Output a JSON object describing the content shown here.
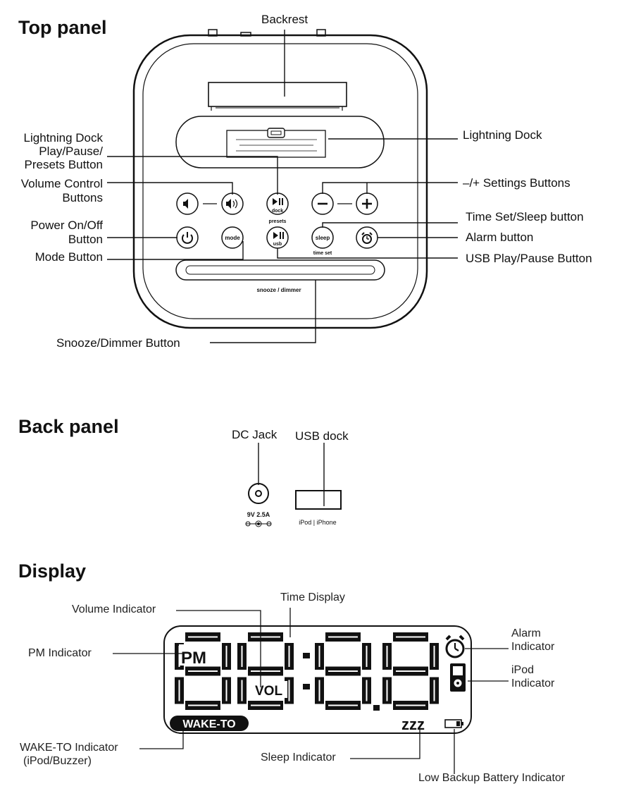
{
  "sections": {
    "top_panel": "Top panel",
    "back_panel": "Back panel",
    "display": "Display"
  },
  "top_panel": {
    "labels": {
      "backrest": "Backrest",
      "lightning_dock_play_l1": "Lightning Dock",
      "lightning_dock_play_l2": "Play/Pause/",
      "lightning_dock_play_l3": "Presets Button",
      "volume_l1": "Volume Control",
      "volume_l2": "Buttons",
      "power_l1": "Power On/Off",
      "power_l2": "Button",
      "mode": "Mode Button",
      "lightning_dock": "Lightning Dock",
      "settings": "–/+ Settings Buttons",
      "time_sleep": "Time Set/Sleep button",
      "alarm": "Alarm button",
      "usb_play": "USB Play/Pause Button",
      "snooze": "Snooze/Dimmer Button"
    },
    "device_text": {
      "dock": "dock",
      "presets": "presets",
      "usb": "usb",
      "mode": "mode",
      "sleep": "sleep",
      "time_set": "time set",
      "snooze_dimmer": "snooze / dimmer"
    }
  },
  "back_panel": {
    "labels": {
      "dc_jack": "DC Jack",
      "usb_dock": "USB dock"
    },
    "device_text": {
      "rating": "9V 2.5A",
      "usb_caption": "iPod | iPhone"
    }
  },
  "display_panel": {
    "labels": {
      "volume": "Volume Indicator",
      "time": "Time Display",
      "pm": "PM Indicator",
      "alarm_l1": "Alarm",
      "alarm_l2": "Indicator",
      "ipod_l1": "iPod",
      "ipod_l2": "Indicator",
      "wake_l1": "WAKE-TO Indicator",
      "wake_l2": "(iPod/Buzzer)",
      "sleep": "Sleep Indicator",
      "battery": "Low Backup Battery Indicator"
    },
    "lcd_text": {
      "pm": "PM",
      "vol": "VOL",
      "wake_to": "WAKE-TO",
      "zzz": "zzz"
    }
  }
}
